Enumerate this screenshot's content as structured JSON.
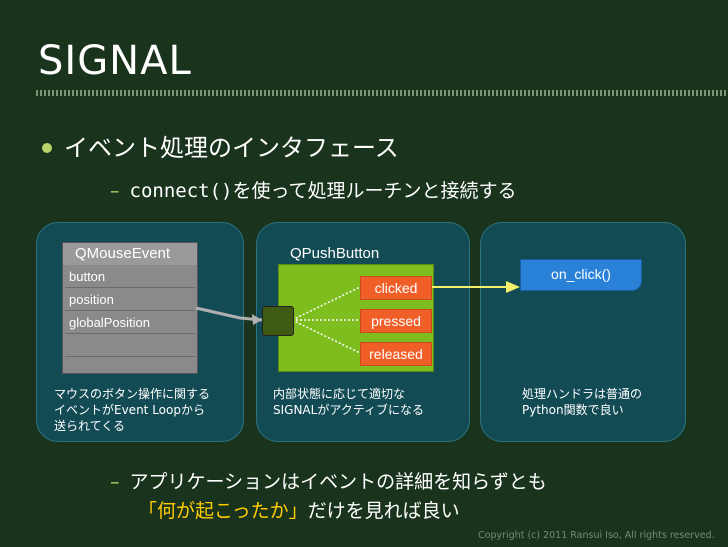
{
  "slide": {
    "title": "SIGNAL",
    "bullet": "イベント処理のインタフェース",
    "sub1_code": "connect()",
    "sub1_text": "を使って処理ルーチンと接続する",
    "sub2_line1": "アプリケーションはイベントの詳細を知らずとも",
    "sub2_line2_highlight": "「何が起こったか」",
    "sub2_line2_rest": "だけを見れば良い",
    "copyright": "Copyright (c) 2011 Ransui Iso, All rights reserved."
  },
  "diagram": {
    "qmouseevent": {
      "title": "QMouseEvent",
      "fields": [
        "button",
        "position",
        "globalPosition",
        "",
        ""
      ]
    },
    "qpushbutton": {
      "title": "QPushButton",
      "signals": [
        "clicked",
        "pressed",
        "released"
      ]
    },
    "handler": "on_click()",
    "captions": {
      "a": "マウスのボタン操作に関する\nイベントがEvent Loopから\n送られてくる",
      "b": "内部状態に応じて適切な\nSIGNALがアクティブになる",
      "c": "処理ハンドラは普通の\nPython関数で良い"
    }
  },
  "colors": {
    "background": "#19331c",
    "panel": "#134b55",
    "widget_green": "#7ebd1e",
    "signal_orange": "#f15f28",
    "handler_blue": "#2a82d8",
    "highlight": "#ffcc00",
    "connector": "#f5f06a"
  }
}
